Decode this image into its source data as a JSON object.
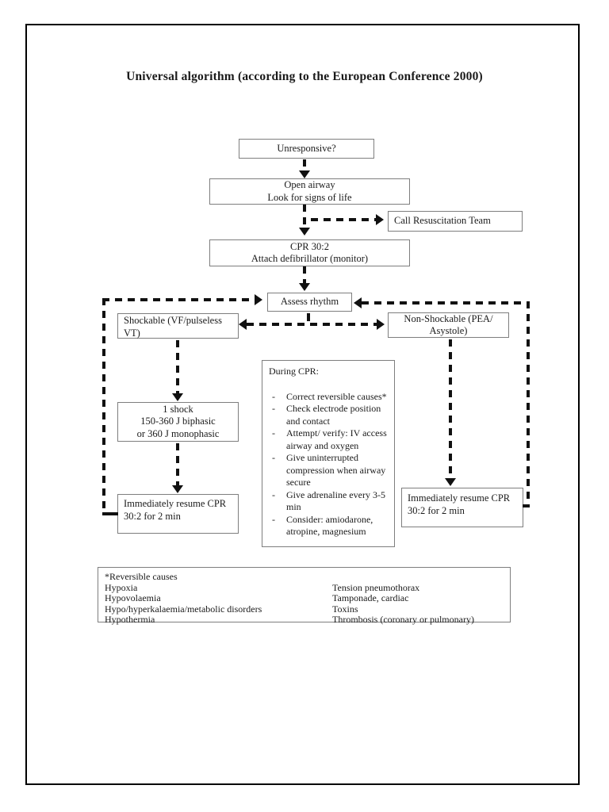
{
  "title": "Universal algorithm (according to the European Conference 2000)",
  "nodes": {
    "unresponsive": {
      "lines": [
        "Unresponsive?"
      ]
    },
    "open_airway": {
      "lines": [
        "Open airway",
        "Look for signs of life"
      ]
    },
    "call_team": {
      "lines": [
        "Call Resuscitation Team"
      ]
    },
    "cpr": {
      "lines": [
        "CPR 30:2",
        "Attach defibrillator (monitor)"
      ]
    },
    "assess": {
      "lines": [
        "Assess rhythm"
      ]
    },
    "shockable": {
      "lines": [
        "Shockable (VF/pulseless",
        "VT)"
      ]
    },
    "non_shockable": {
      "lines": [
        "Non-Shockable (PEA/",
        "Asystole)"
      ]
    },
    "one_shock": {
      "lines": [
        "1 shock",
        "150-360 J biphasic",
        "or 360 J monophasic"
      ]
    },
    "resume_left": {
      "lines": [
        "Immediately resume CPR",
        "30:2 for 2 min"
      ]
    },
    "resume_right": {
      "lines": [
        "Immediately resume CPR",
        "30:2 for 2 min"
      ]
    }
  },
  "during_cpr": {
    "title": "During CPR:",
    "items": [
      "Correct reversible causes*",
      "Check electrode position and contact",
      "Attempt/ verify: IV access airway and oxygen",
      "Give uninterrupted compression when airway secure",
      "Give adrenaline every 3-5 min",
      "Consider: amiodarone, atropine, magnesium"
    ]
  },
  "reversible": {
    "title": "*Reversible causes",
    "left": [
      "Hypoxia",
      "Hypovolaemia",
      "Hypo/hyperkalaemia/metabolic disorders",
      "Hypothermia"
    ],
    "right": [
      "Tension pneumothorax",
      "Tamponade, cardiac",
      "Toxins",
      "Thrombosis (coronary or pulmonary)"
    ]
  },
  "colors": {
    "line": "#111111",
    "box_border": "#7e7e7e",
    "text": "#1a1a1a"
  }
}
